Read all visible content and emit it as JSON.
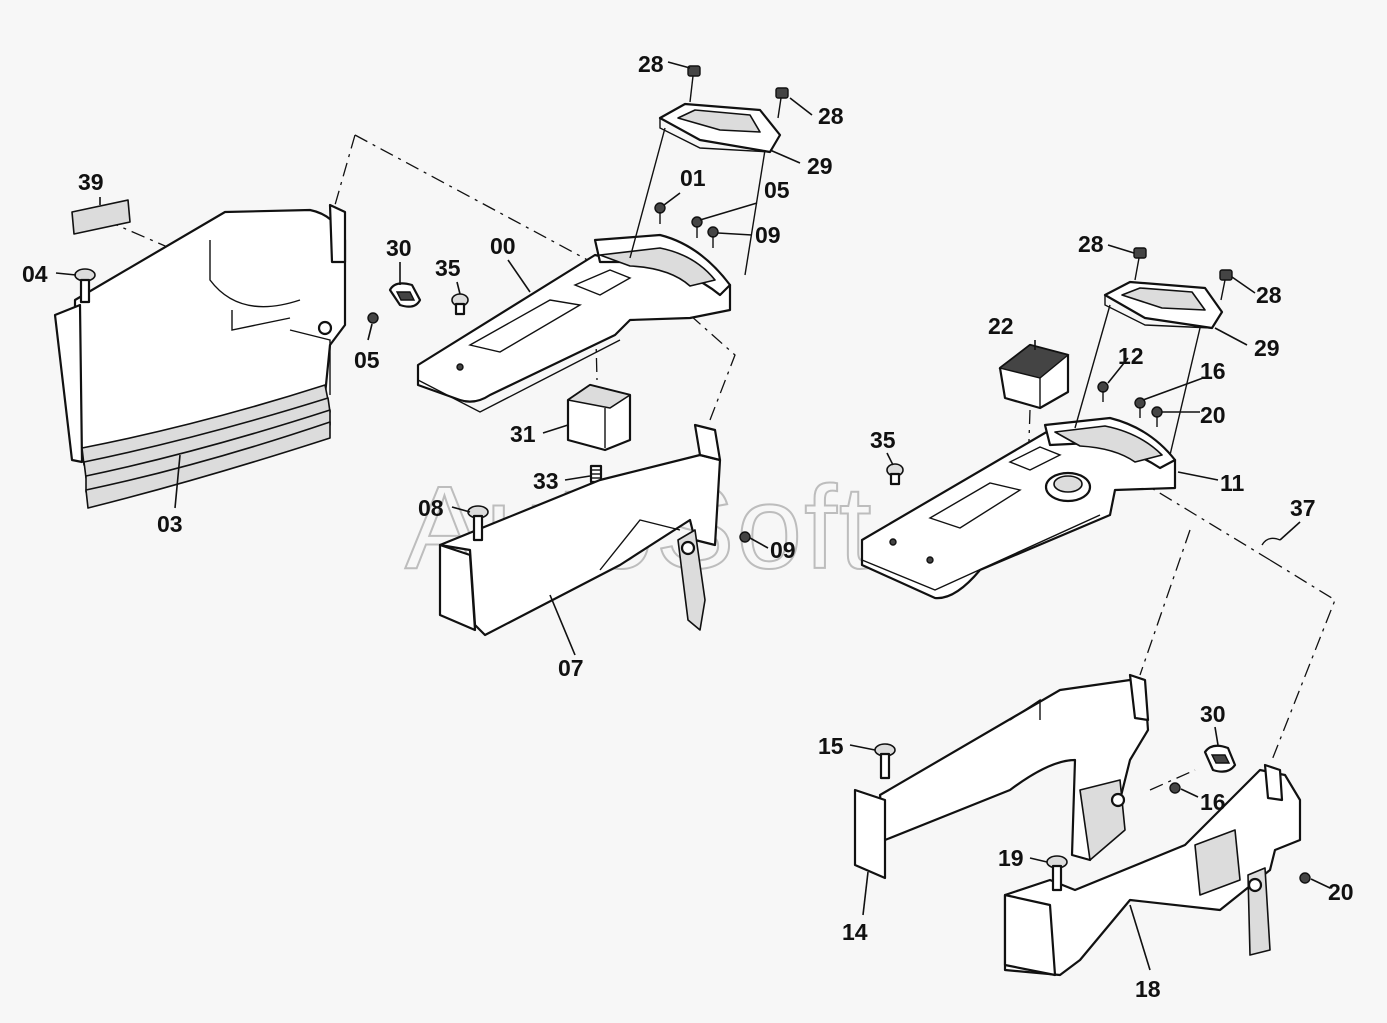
{
  "watermark": "AutoSoft",
  "labels": {
    "l00": "00",
    "l01": "01",
    "l03": "03",
    "l04": "04",
    "l05a": "05",
    "l05b": "05",
    "l07": "07",
    "l08": "08",
    "l09a": "09",
    "l09b": "09",
    "l11": "11",
    "l12": "12",
    "l14": "14",
    "l15": "15",
    "l16a": "16",
    "l16b": "16",
    "l18": "18",
    "l19": "19",
    "l20a": "20",
    "l20b": "20",
    "l22": "22",
    "l28a": "28",
    "l28b": "28",
    "l28c": "28",
    "l28d": "28",
    "l29a": "29",
    "l29b": "29",
    "l30a": "30",
    "l30b": "30",
    "l31": "31",
    "l33": "33",
    "l35a": "35",
    "l35b": "35",
    "l37": "37",
    "l39": "39"
  },
  "colors": {
    "line": "#111111",
    "background": "#f7f7f7",
    "shade": "#dcdcdc",
    "watermark": "#bdbdbd"
  }
}
